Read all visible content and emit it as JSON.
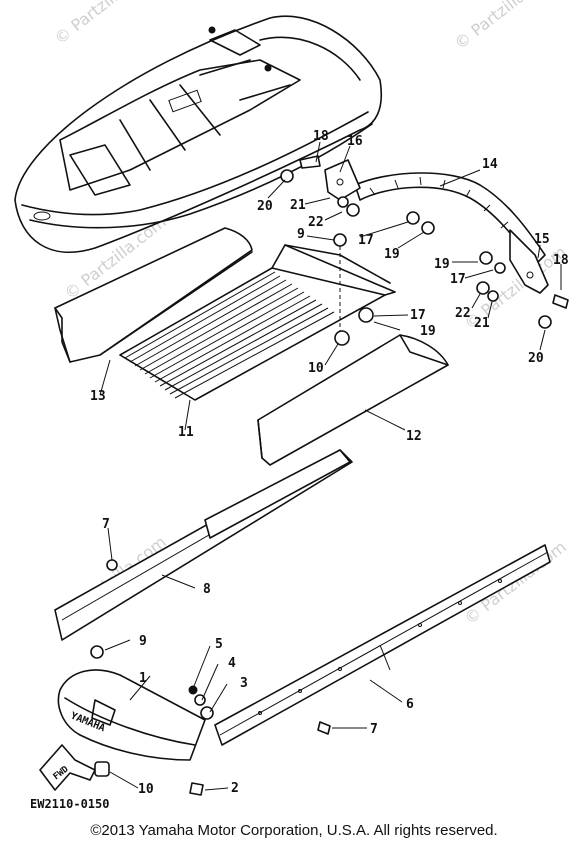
{
  "watermark": "© Partzilla.com",
  "diagram_code": "EW2110-0150",
  "copyright": "©2013  Yamaha Motor Corporation, U.S.A. All rights reserved.",
  "decal_fwd": "FWD",
  "decal_yamaha": "YAMAHA",
  "labels": {
    "p1": "1",
    "p2": "2",
    "p3": "3",
    "p4": "4",
    "p5": "5",
    "p6": "6",
    "p7a": "7",
    "p7b": "7",
    "p8": "8",
    "p9a": "9",
    "p9b": "9",
    "p10a": "10",
    "p10b": "10",
    "p11": "11",
    "p12": "12",
    "p13": "13",
    "p14": "14",
    "p15": "15",
    "p16": "16",
    "p17a": "17",
    "p17b": "17",
    "p17c": "17",
    "p18a": "18",
    "p18b": "18",
    "p19a": "19",
    "p19b": "19",
    "p19c": "19",
    "p20a": "20",
    "p20b": "20",
    "p21a": "21",
    "p21b": "21",
    "p22a": "22",
    "p22b": "22"
  }
}
